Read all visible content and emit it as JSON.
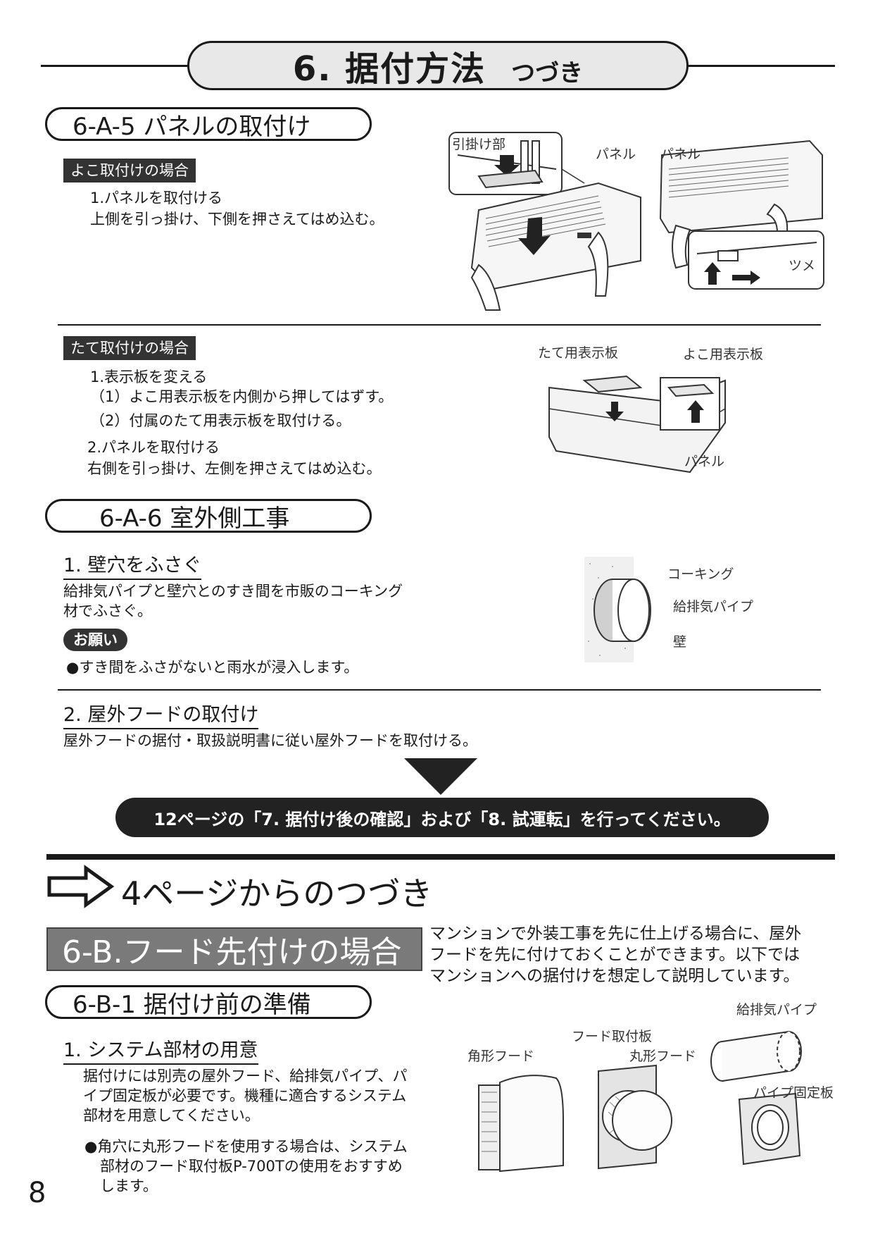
{
  "main_title": "6. 据付方法",
  "main_title_sub": "つづき",
  "section_6a5": {
    "title": "6-A-5 パネルの取付け",
    "yoko": {
      "label": "よこ取付けの場合",
      "step1": "1.パネルを取付ける",
      "step1_desc": "上側を引っ掛け、下側を押さえてはめ込む。"
    },
    "tate": {
      "label": "たて取付けの場合",
      "step1": "1.表示板を変える",
      "step1_a": "（1）よこ用表示板を内側から押してはずす。",
      "step1_b": "（2）付属のたて用表示板を取付ける。",
      "step2": "2.パネルを取付ける",
      "step2_desc": "右側を引っ掛け、左側を押さえてはめ込む。"
    },
    "fig1_labels": {
      "hook": "引掛け部",
      "panel_a": "パネル",
      "panel_b": "パネル",
      "tab": "ツメ"
    },
    "fig2_labels": {
      "tate_plate": "たて用表示板",
      "yoko_plate": "よこ用表示板",
      "panel": "パネル"
    }
  },
  "section_6a6": {
    "title": "6-A-6 室外側工事",
    "sub1": {
      "heading": "1. 壁穴をふさぐ",
      "line1": "給排気パイプと壁穴とのすき間を市販のコーキング",
      "line2": "材でふさぐ。",
      "note_label": "お願い",
      "note": "●すき間をふさがないと雨水が浸入します。"
    },
    "fig_labels": {
      "caulk": "コーキング",
      "pipe": "給排気パイプ",
      "wall": "壁"
    },
    "sub2": {
      "heading": "2. 屋外フードの取付け",
      "line1": "屋外フードの据付・取扱説明書に従い屋外フードを取付ける。"
    }
  },
  "banner": "12ページの「7. 据付け後の確認」および「8. 試運転」を行ってください。",
  "continuation": "4ページからのつづき",
  "section_6b": {
    "title": "6-B.フード先付けの場合",
    "intro_1": "マンションで外装工事を先に仕上げる場合に、屋外",
    "intro_2": "フードを先に付けておくことができます。以下では",
    "intro_3": "マンションへの据付けを想定して説明しています。"
  },
  "section_6b1": {
    "title": "6-B-1 据付け前の準備",
    "sub1": {
      "heading": "1. システム部材の用意",
      "line1": "据付けには別売の屋外フード、給排気パイプ、パ",
      "line2": "イプ固定板が必要です。機種に適合するシステム",
      "line3": "部材を用意してください。",
      "bullet1": "●角穴に丸形フードを使用する場合は、システム",
      "bullet2": "部材のフード取付板P-700Tの使用をおすすめ",
      "bullet3": "します。"
    },
    "fig_labels": {
      "square_hood": "角形フード",
      "hood_plate": "フード取付板",
      "round_hood": "丸形フード",
      "pipe": "給排気パイプ",
      "pipe_plate": "パイプ固定板"
    }
  },
  "page_number": "8"
}
